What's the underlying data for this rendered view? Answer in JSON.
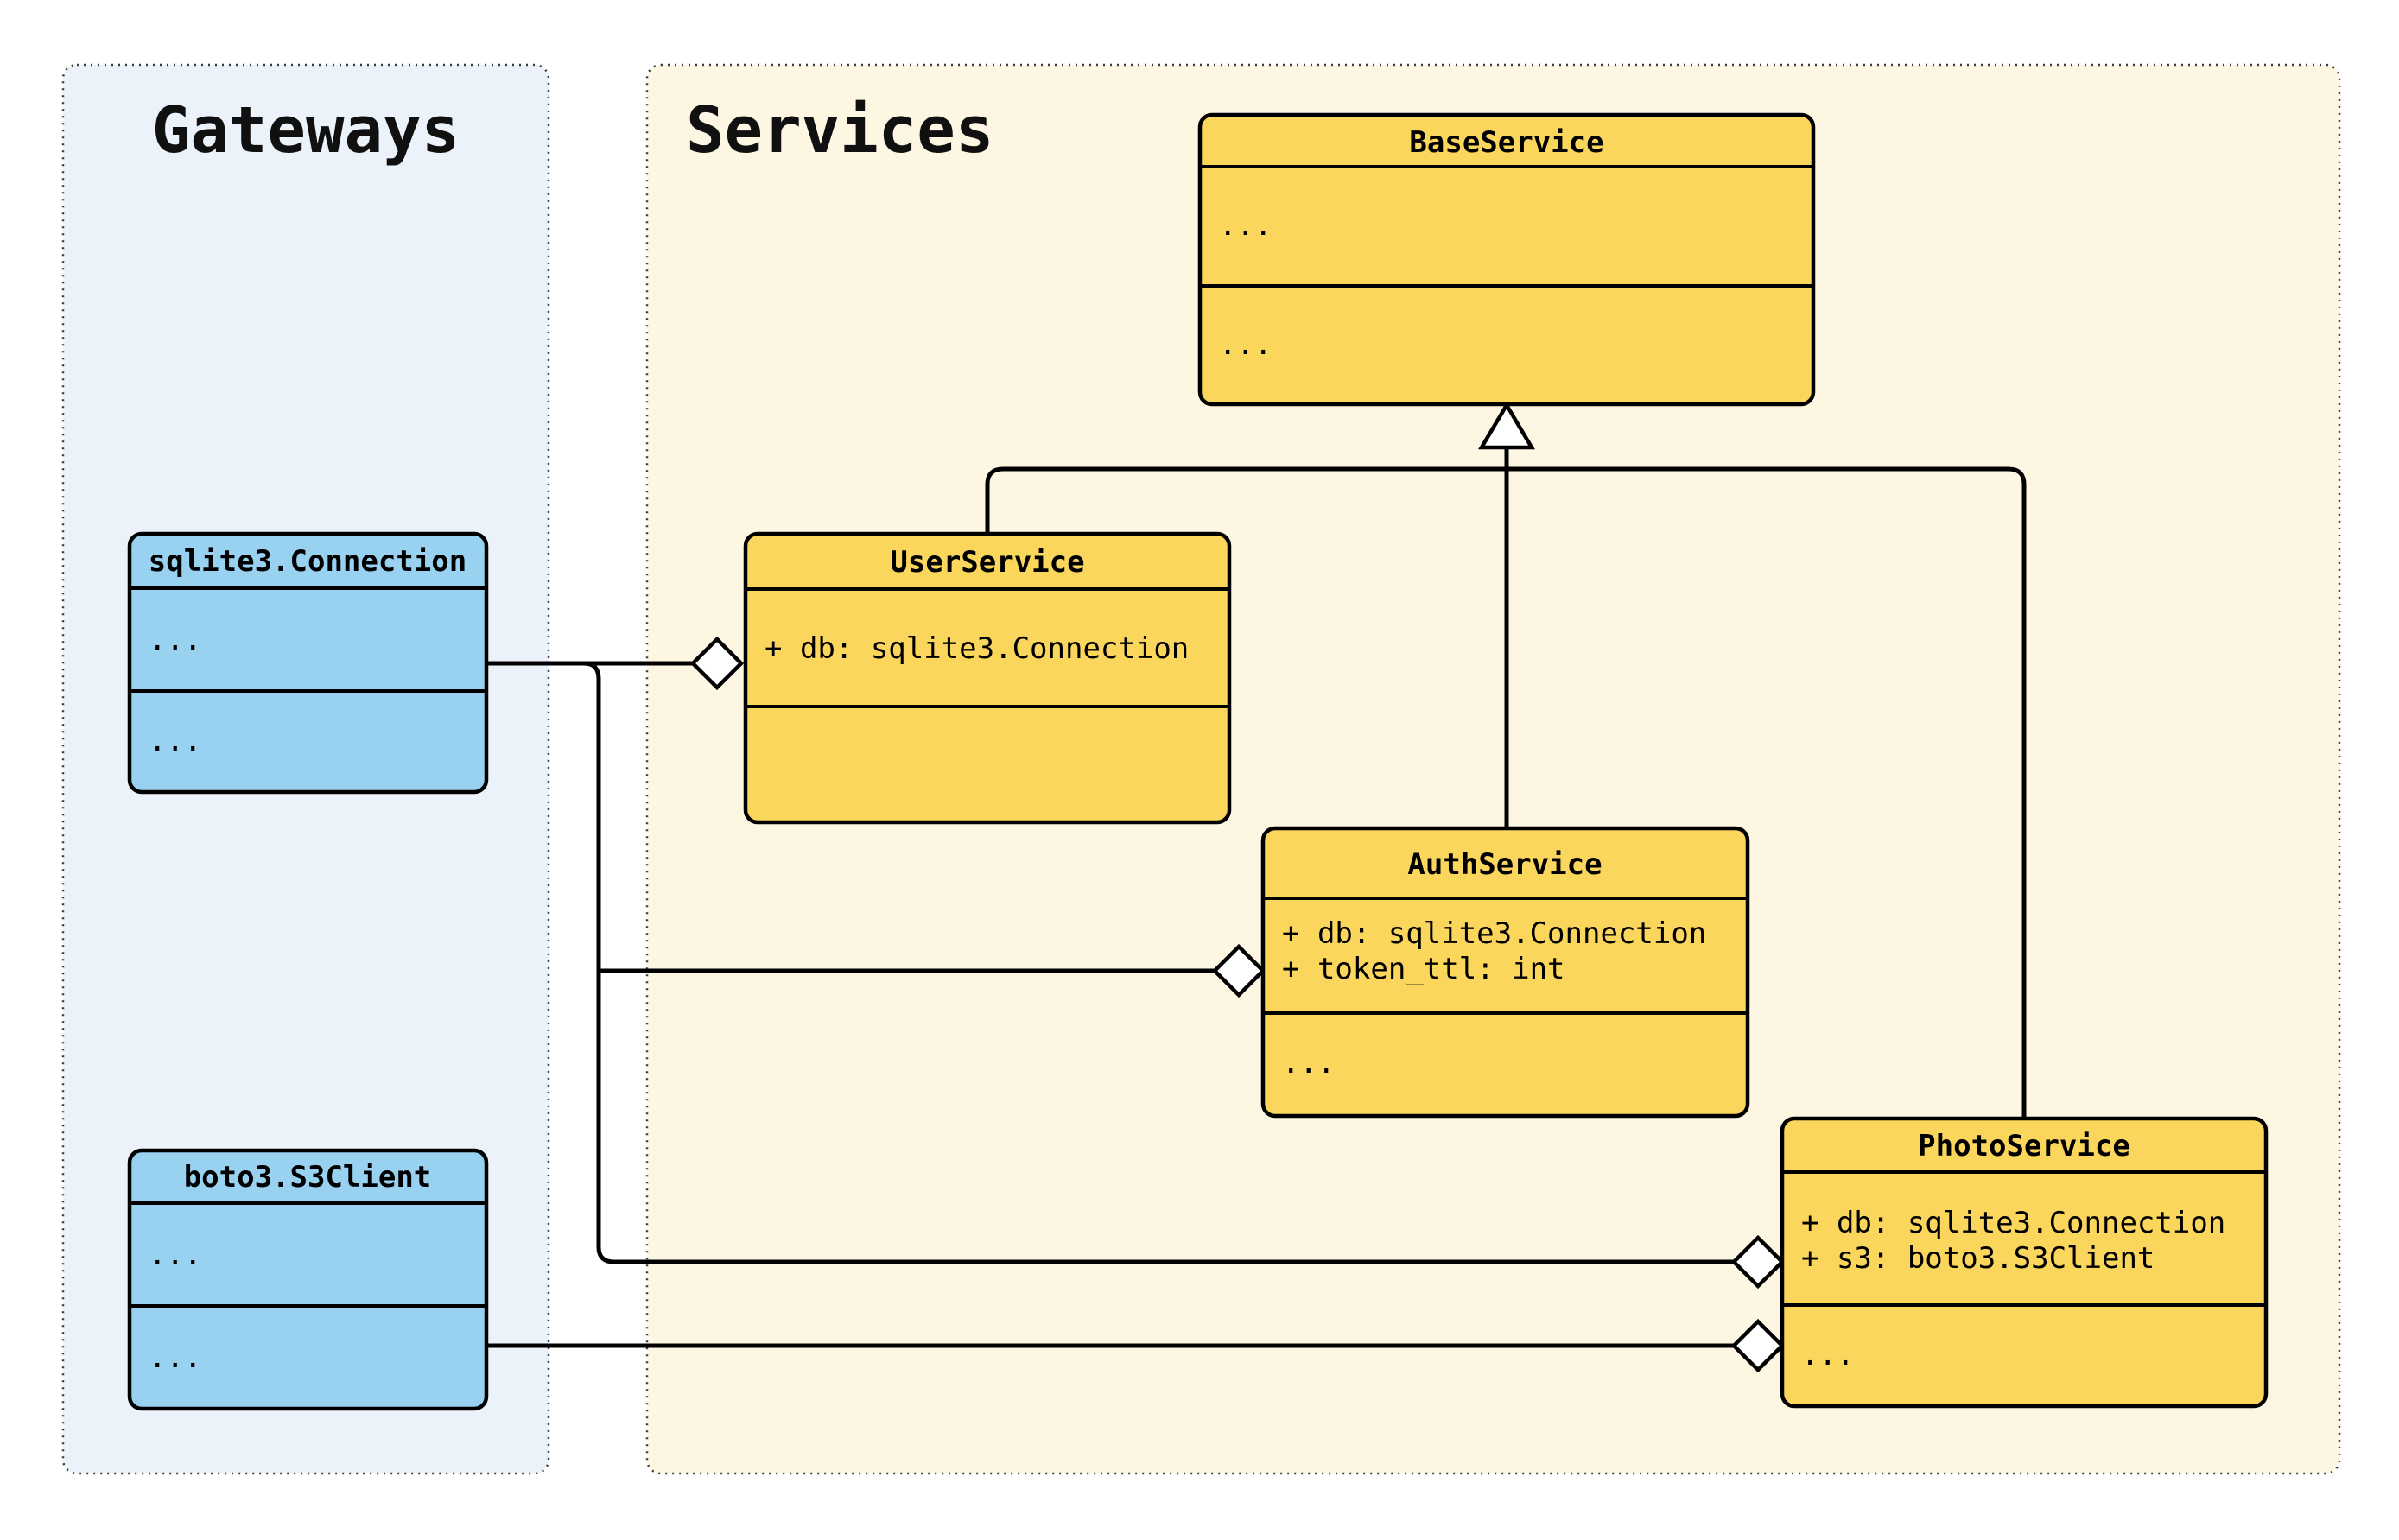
{
  "diagram": {
    "type": "uml-class-diagram",
    "containers": {
      "gateways": {
        "title": "Gateways"
      },
      "services": {
        "title": "Services"
      }
    },
    "classes": {
      "base_service": {
        "name": "BaseService",
        "attributes": [
          "..."
        ],
        "methods": [
          "..."
        ]
      },
      "user_service": {
        "name": "UserService",
        "attributes": [
          "+ db: sqlite3.Connection"
        ],
        "methods": []
      },
      "auth_service": {
        "name": "AuthService",
        "attributes": [
          "+ db: sqlite3.Connection",
          "+ token_ttl: int"
        ],
        "methods": [
          "..."
        ]
      },
      "photo_service": {
        "name": "PhotoService",
        "attributes": [
          "+ db: sqlite3.Connection",
          "+ s3: boto3.S3Client"
        ],
        "methods": [
          "..."
        ]
      },
      "sqlite_connection": {
        "name": "sqlite3.Connection",
        "attributes": [
          "..."
        ],
        "methods": [
          "..."
        ]
      },
      "boto3_s3client": {
        "name": "boto3.S3Client",
        "attributes": [
          "..."
        ],
        "methods": [
          "..."
        ]
      }
    },
    "class_text": {
      "base_attr": "...",
      "base_methods": "...",
      "user_attr": "+ db: sqlite3.Connection",
      "auth_attr1": "+ db: sqlite3.Connection",
      "auth_attr2": "+ token_ttl: int",
      "auth_methods": "...",
      "photo_attr1": "+ db: sqlite3.Connection",
      "photo_attr2": "+ s3: boto3.S3Client",
      "photo_methods": "...",
      "sqlite_attr": "...",
      "sqlite_methods": "...",
      "boto_attr": "...",
      "boto_methods": "..."
    },
    "relationships": [
      {
        "type": "inheritance",
        "from": "UserService",
        "to": "BaseService"
      },
      {
        "type": "inheritance",
        "from": "AuthService",
        "to": "BaseService"
      },
      {
        "type": "inheritance",
        "from": "PhotoService",
        "to": "BaseService"
      },
      {
        "type": "aggregation",
        "from": "UserService",
        "to": "sqlite3.Connection",
        "via": "db"
      },
      {
        "type": "aggregation",
        "from": "AuthService",
        "to": "sqlite3.Connection",
        "via": "db"
      },
      {
        "type": "aggregation",
        "from": "PhotoService",
        "to": "sqlite3.Connection",
        "via": "db"
      },
      {
        "type": "aggregation",
        "from": "PhotoService",
        "to": "boto3.S3Client",
        "via": "s3"
      }
    ],
    "colors": {
      "service_fill": "#FBD65C",
      "gateway_fill": "#99D1F1",
      "services_container_bg": "#FDF6E2",
      "gateways_container_bg": "#EBF2FA",
      "line": "#000000"
    }
  }
}
